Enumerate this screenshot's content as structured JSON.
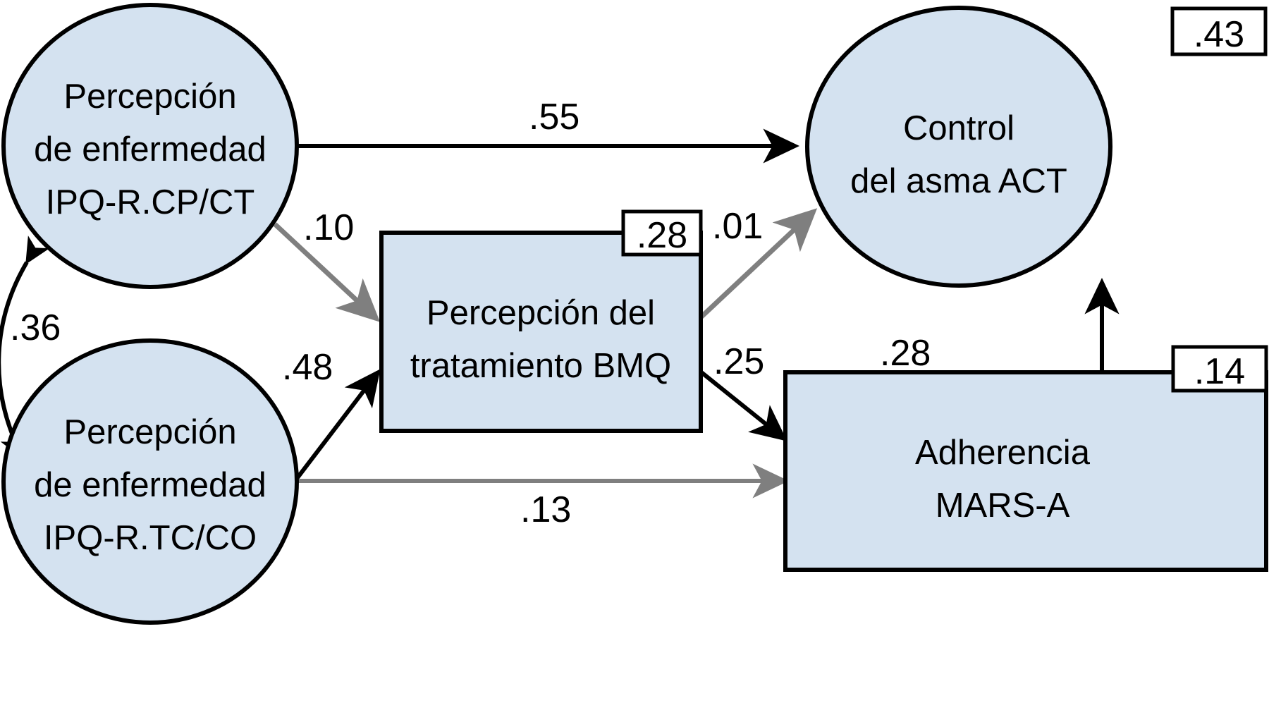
{
  "diagram": {
    "type": "structural-equation-model-path-diagram",
    "language": "es",
    "colors": {
      "node_fill": "#d4e2f0",
      "node_stroke": "#000000",
      "significant_path": "#000000",
      "nonsignificant_path": "#7f7f7f",
      "background": "#ffffff",
      "r2_box_fill": "#ffffff"
    },
    "nodes": [
      {
        "id": "ipq_cp_ct",
        "shape": "ellipse",
        "lines": [
          "Percepción",
          "de enfermedad",
          "IPQ-R.CP/CT"
        ],
        "r2": null
      },
      {
        "id": "ipq_tc_co",
        "shape": "ellipse",
        "lines": [
          "Percepción",
          "de enfermedad",
          "IPQ-R.TC/CO"
        ],
        "r2": null
      },
      {
        "id": "bmq",
        "shape": "rect",
        "lines": [
          "Percepción del",
          "tratamiento BMQ"
        ],
        "r2": ".28"
      },
      {
        "id": "act",
        "shape": "ellipse",
        "lines": [
          "Control",
          "del asma ACT"
        ],
        "r2": ".43"
      },
      {
        "id": "mars_a",
        "shape": "rect",
        "lines": [
          "Adherencia",
          "MARS-A"
        ],
        "r2": ".14"
      }
    ],
    "edges": [
      {
        "id": "e_cp_act",
        "from": "ipq_cp_ct",
        "to": "act",
        "coefficient": ".55",
        "style": "solid-black",
        "kind": "directed"
      },
      {
        "id": "e_cp_bmq",
        "from": "ipq_cp_ct",
        "to": "bmq",
        "coefficient": ".10",
        "style": "solid-gray",
        "kind": "directed"
      },
      {
        "id": "e_tc_bmq",
        "from": "ipq_tc_co",
        "to": "bmq",
        "coefficient": ".48",
        "style": "solid-black",
        "kind": "directed"
      },
      {
        "id": "e_tc_mars",
        "from": "ipq_tc_co",
        "to": "mars_a",
        "coefficient": ".13",
        "style": "solid-gray",
        "kind": "directed"
      },
      {
        "id": "e_bmq_act",
        "from": "bmq",
        "to": "act",
        "coefficient": ".01",
        "style": "solid-gray",
        "kind": "directed"
      },
      {
        "id": "e_bmq_mars",
        "from": "bmq",
        "to": "mars_a",
        "coefficient": ".25",
        "style": "solid-black",
        "kind": "directed"
      },
      {
        "id": "e_mars_act",
        "from": "mars_a",
        "to": "act",
        "coefficient": ".28",
        "style": "solid-black",
        "kind": "directed"
      },
      {
        "id": "e_corr",
        "from": "ipq_cp_ct",
        "to": "ipq_tc_co",
        "coefficient": ".36",
        "style": "solid-black",
        "kind": "bidirectional-curve"
      }
    ]
  }
}
